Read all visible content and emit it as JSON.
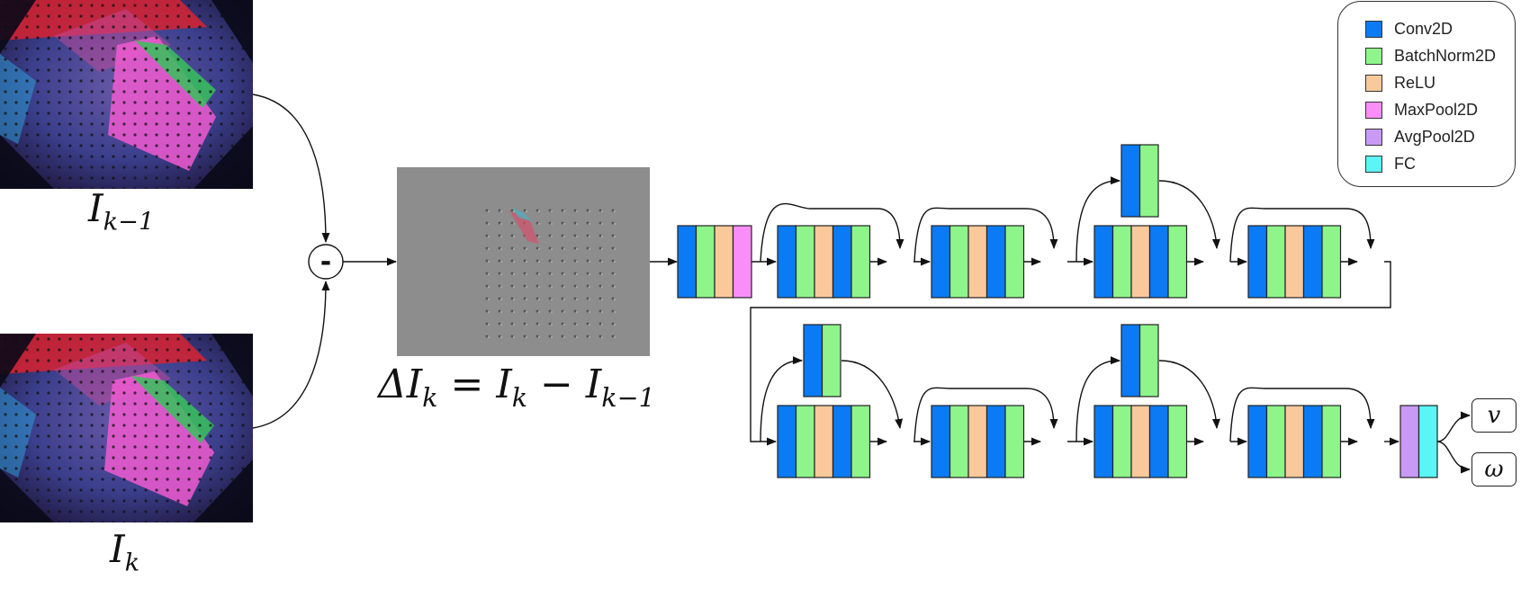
{
  "legend": {
    "items": [
      {
        "label": "Conv2D",
        "color": "#0a7bf5"
      },
      {
        "label": "BatchNorm2D",
        "color": "#8ef58a"
      },
      {
        "label": "ReLU",
        "color": "#f9c89b"
      },
      {
        "label": "MaxPool2D",
        "color": "#f98ef9"
      },
      {
        "label": "AvgPool2D",
        "color": "#c89af5"
      },
      {
        "label": "FC",
        "color": "#5af5f5"
      }
    ]
  },
  "inputs": {
    "prev_frame": {
      "base": "I",
      "sub": "k−1"
    },
    "curr_frame": {
      "base": "I",
      "sub": "k"
    }
  },
  "difference": {
    "operator": "-",
    "equation": {
      "lhs": "ΔI",
      "lhs_sub": "k",
      "eq": " = ",
      "term1": "I",
      "term1_sub": "k",
      "minus": " − ",
      "term2": "I",
      "term2_sub": "k−1"
    }
  },
  "residual": {
    "operator": "+"
  },
  "outputs": {
    "v": "v",
    "omega": "ω"
  }
}
